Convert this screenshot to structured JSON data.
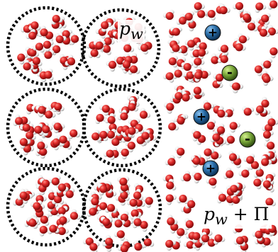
{
  "labels": {
    "pure_water_pressure": "p",
    "pure_water_subscript": "w",
    "solution_pressure": "p",
    "solution_subscript": "w",
    "solution_plus": " + Π"
  },
  "ions": [
    {
      "sign": "+",
      "color": "#2a6ea8"
    },
    {
      "sign": "-",
      "color": "#7aa83a"
    },
    {
      "sign": "+",
      "color": "#2a6ea8"
    },
    {
      "sign": "-",
      "color": "#7aa83a"
    },
    {
      "sign": "+",
      "color": "#2a6ea8"
    }
  ],
  "colors": {
    "oxygen": "#d22020",
    "hydrogen": "#ffffff",
    "cell_outline": "#000000",
    "cation": "#2a6ea8",
    "anion": "#7aa83a"
  }
}
